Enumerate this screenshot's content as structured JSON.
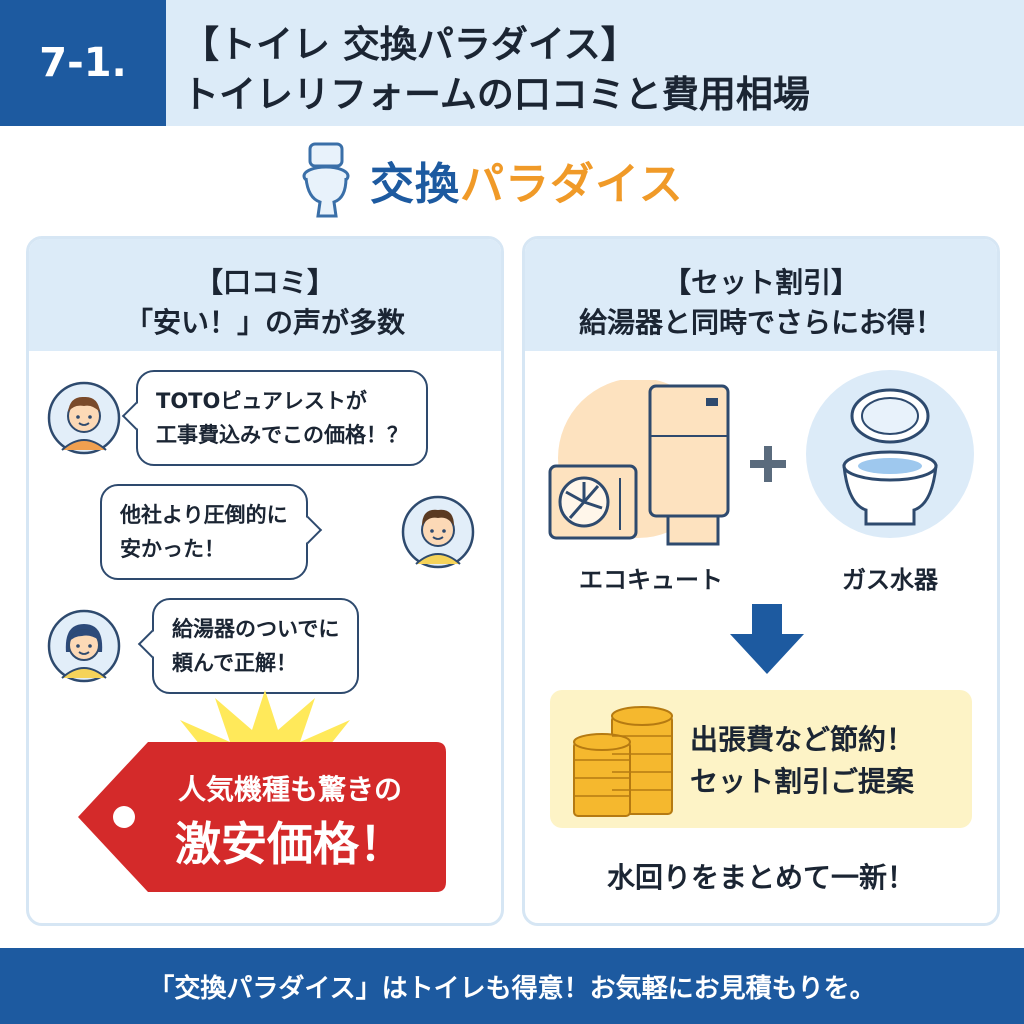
{
  "header": {
    "section_number": "7-1.",
    "title_line1": "【トイレ 交換パラダイス】",
    "title_line2": "トイレリフォームの口コミと費用相場"
  },
  "logo": {
    "icon": "toilet-icon",
    "text_part1": "交換",
    "text_part2": "パラダイス"
  },
  "reviews_panel": {
    "heading_line1": "【口コミ】",
    "heading_line2": "「安い！」の声が多数",
    "reviews": [
      {
        "line1": "TOTOピュアレストが",
        "line2": "工事費込みでこの価格！？",
        "avatar": "man-avatar-icon"
      },
      {
        "line1": "他社より圧倒的に",
        "line2": "安かった！",
        "avatar": "young-man-avatar-icon"
      },
      {
        "line1": "給湯器のついでに",
        "line2": "頼んで正解！",
        "avatar": "woman-avatar-icon"
      }
    ],
    "price_tag": {
      "line1": "人気機種も驚きの",
      "line2": "激安価格！"
    }
  },
  "set_panel": {
    "heading_line1": "【セット割引】",
    "heading_line2": "給湯器と同時でさらにお得！",
    "item1_label": "エコキュート",
    "item2_label": "ガス水器",
    "savings_line1": "出張費など節約！",
    "savings_line2": "セット割引ご提案",
    "tagline": "水回りをまとめて一新！"
  },
  "footer": {
    "text": "「交換パラダイス」はトイレも得意！お気軽にお見積もりを。"
  },
  "colors": {
    "brand_blue": "#1d5aa0",
    "light_blue": "#dcebf8",
    "accent_orange": "#f09a28",
    "tag_red": "#d42a2a",
    "savings_yellow": "#fdf3c6"
  }
}
